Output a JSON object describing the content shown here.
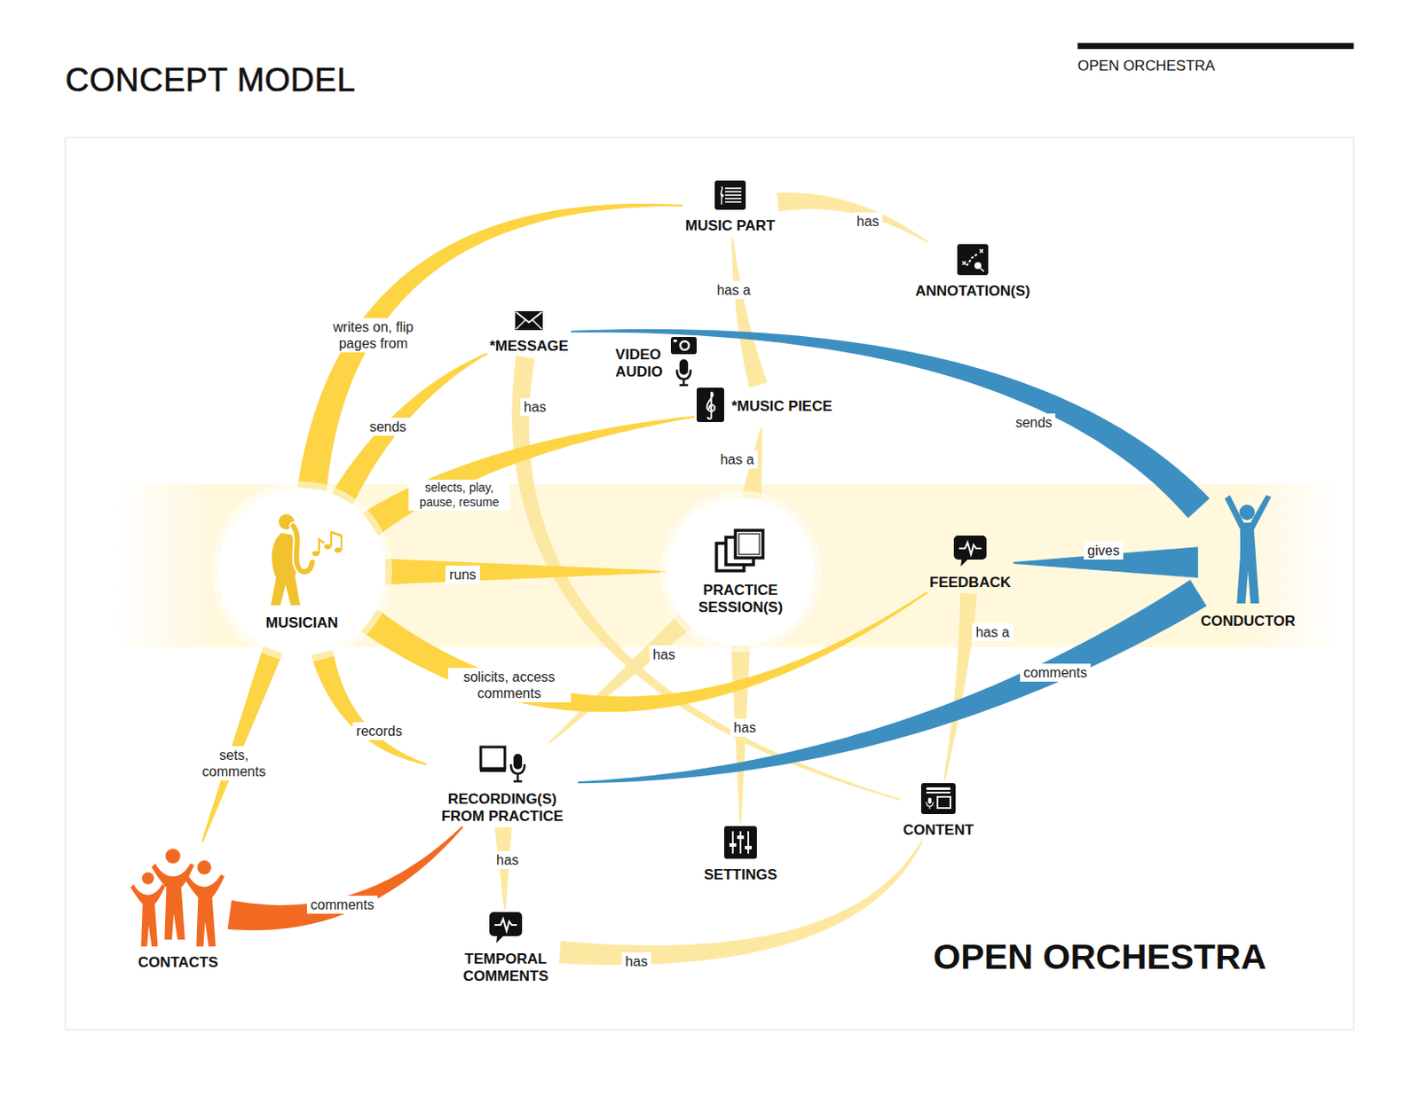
{
  "diagram": {
    "title": "CONCEPT MODEL",
    "nodes": [
      {
        "text": [
          "MUSIC PART"
        ]
      },
      {
        "text": [
          "ANNOTATION(S)"
        ]
      },
      {
        "text": [
          "*MESSAGE"
        ]
      },
      {
        "text": [
          "VIDEO AUDIO"
        ]
      },
      {
        "text": [
          "*MUSIC PIECE"
        ]
      },
      {
        "text": [
          "MUSICIAN"
        ]
      },
      {
        "text": [
          "PRACTICE SESSION(S)"
        ]
      },
      {
        "text": [
          "FEEDBACK"
        ]
      },
      {
        "text": [
          "CONDUCTOR"
        ]
      },
      {
        "text": [
          "RECORDING(S) FROM PRACTICE"
        ]
      },
      {
        "text": [
          "SETTINGS"
        ]
      },
      {
        "text": [
          "CONTENT"
        ]
      },
      {
        "text": [
          "CONTACTS"
        ]
      },
      {
        "text": [
          "TEMPORAL COMMENTS"
        ]
      }
    ],
    "edges": [
      {
        "from": 5,
        "to": 0,
        "arrow": "none",
        "label": "writes on, flip pages from"
      },
      {
        "from": 0,
        "to": 1,
        "arrow": "none",
        "label": "has"
      },
      {
        "from": 4,
        "to": 0,
        "arrow": "none",
        "label": "has a"
      },
      {
        "from": 6,
        "to": 4,
        "arrow": "none",
        "label": "has a"
      },
      {
        "from": 5,
        "to": 2,
        "arrow": "none",
        "label": "sends"
      },
      {
        "from": 8,
        "to": 2,
        "arrow": "none",
        "label": "sends"
      },
      {
        "from": 2,
        "to": 11,
        "arrow": "none",
        "label": "has"
      },
      {
        "from": 5,
        "to": 4,
        "arrow": "none",
        "label": "selects, play, pause, resume"
      },
      {
        "from": 5,
        "to": 6,
        "arrow": "none",
        "label": "runs"
      },
      {
        "from": 6,
        "to": 9,
        "arrow": "none",
        "label": "has"
      },
      {
        "from": 6,
        "to": 10,
        "arrow": "none",
        "label": "has"
      },
      {
        "from": 8,
        "to": 7,
        "arrow": "none",
        "label": "gives"
      },
      {
        "from": 7,
        "to": 11,
        "arrow": "none",
        "label": "has a"
      },
      {
        "from": 5,
        "to": 7,
        "arrow": "none",
        "label": "solicits, access comments"
      },
      {
        "from": 8,
        "to": 9,
        "arrow": "none",
        "label": "comments"
      },
      {
        "from": 5,
        "to": 9,
        "arrow": "none",
        "label": "records"
      },
      {
        "from": 5,
        "to": 12,
        "arrow": "none",
        "label": "sets, comments"
      },
      {
        "from": 12,
        "to": 9,
        "arrow": "none",
        "label": "comments"
      },
      {
        "from": 9,
        "to": 13,
        "arrow": "none",
        "label": "has"
      },
      {
        "from": 13,
        "to": 11,
        "arrow": "none",
        "label": "has"
      }
    ],
    "labels": [
      "OPEN ORCHESTRA",
      "OPEN ORCHESTRA"
    ]
  }
}
